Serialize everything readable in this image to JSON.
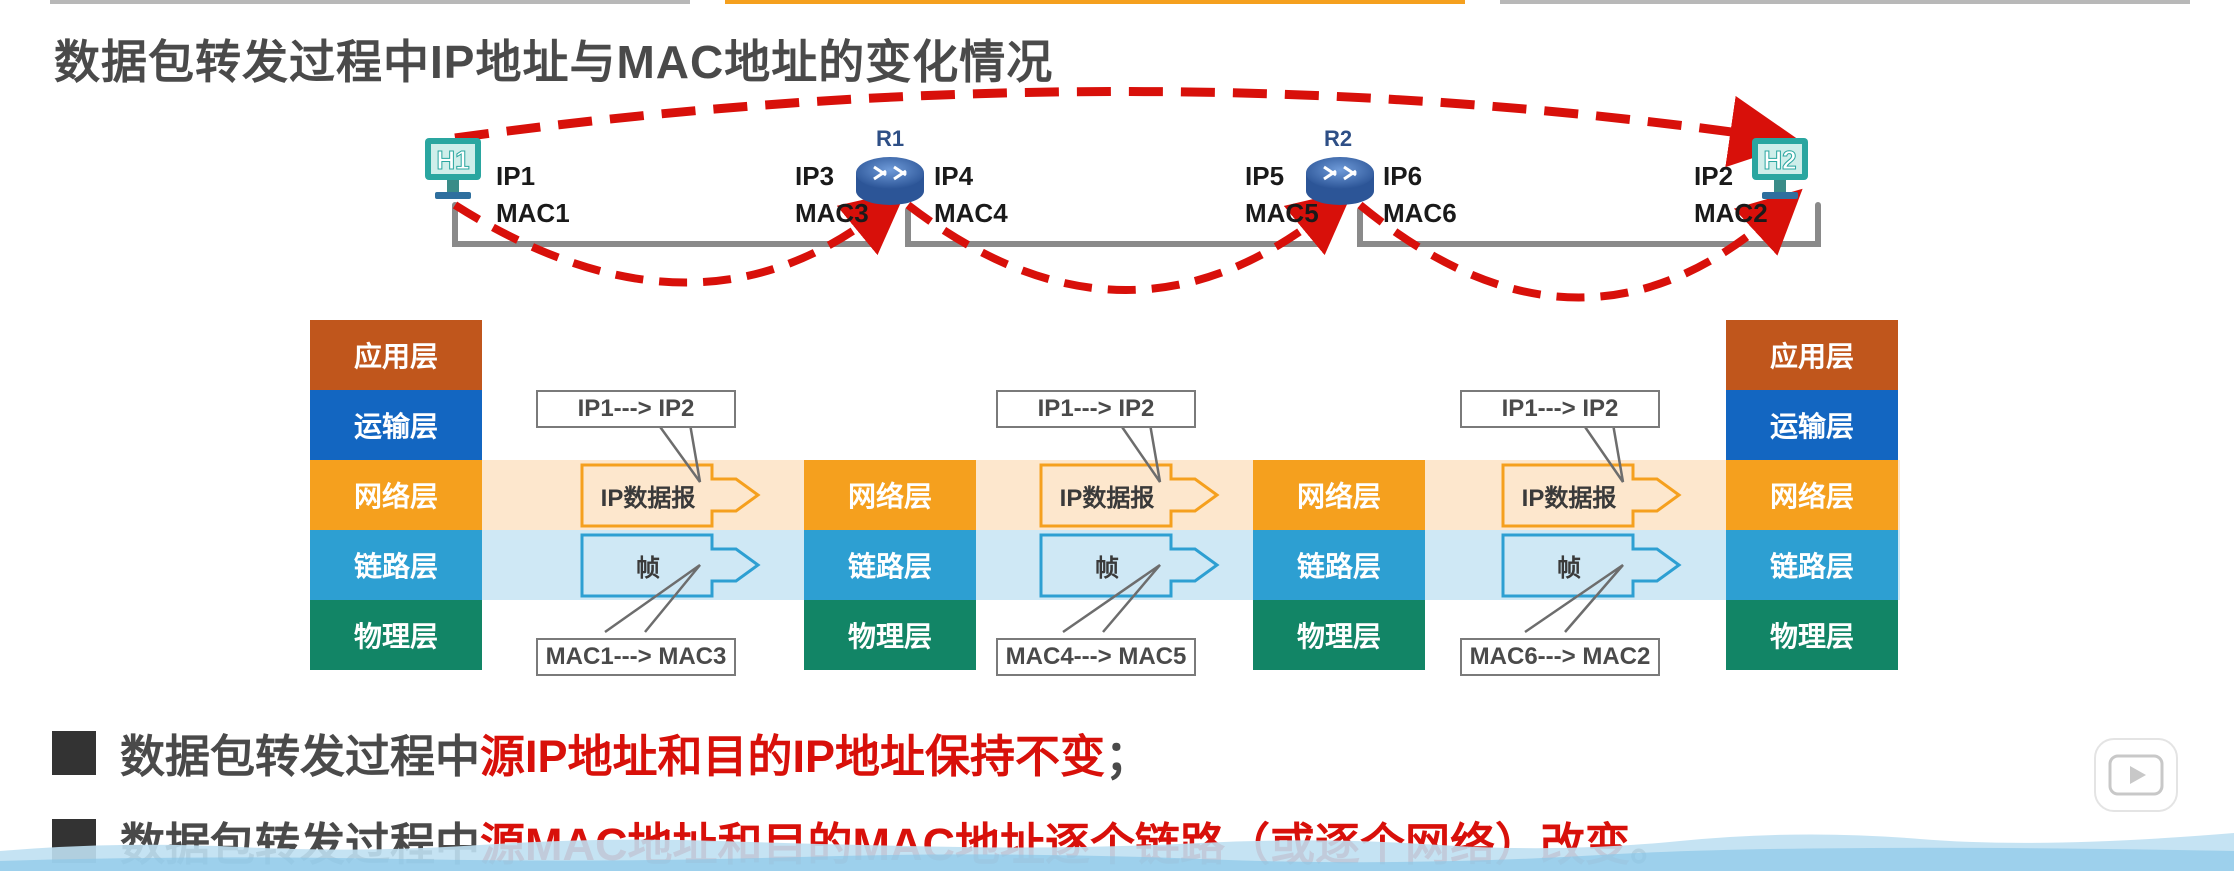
{
  "title": "数据包转发过程中IP地址与MAC地址的变化情况",
  "devices": {
    "h1": {
      "name": "H1",
      "ip": "IP1",
      "mac": "MAC1"
    },
    "h2": {
      "name": "H2",
      "ip": "IP2",
      "mac": "MAC2"
    },
    "r1": {
      "name": "R1",
      "left_ip": "IP3",
      "left_mac": "MAC3",
      "right_ip": "IP4",
      "right_mac": "MAC4"
    },
    "r2": {
      "name": "R2",
      "left_ip": "IP5",
      "left_mac": "MAC5",
      "right_ip": "IP6",
      "right_mac": "MAC6"
    }
  },
  "layers": {
    "app": "应用层",
    "transport": "运输层",
    "network": "网络层",
    "link": "链路层",
    "physical": "物理层"
  },
  "hops": [
    {
      "ip_note": "IP1---> IP2",
      "mac_note": "MAC1---> MAC3",
      "packet": "IP数据报",
      "frame": "帧"
    },
    {
      "ip_note": "IP1---> IP2",
      "mac_note": "MAC4---> MAC5",
      "packet": "IP数据报",
      "frame": "帧"
    },
    {
      "ip_note": "IP1---> IP2",
      "mac_note": "MAC6---> MAC2",
      "packet": "IP数据报",
      "frame": "帧"
    }
  ],
  "bullets": [
    {
      "prefix": "数据包转发过程中",
      "highlight": "源IP地址和目的IP地址保持不变",
      "suffix": "；"
    },
    {
      "prefix": "数据包转发过程中",
      "highlight": "源MAC地址和目的MAC地址逐个链路（或逐个网络）改变",
      "suffix": "。"
    }
  ],
  "colors": {
    "application": "#c0561c",
    "transport": "#1366c1",
    "network": "#f5a01e",
    "link": "#2d9fd2",
    "physical": "#128566",
    "arrow_red": "#d8100a",
    "router_blue": "#3e6fb3",
    "host_teal": "#2aa6a0"
  },
  "icons": [
    "host-icon",
    "router-icon",
    "play-button-icon"
  ]
}
